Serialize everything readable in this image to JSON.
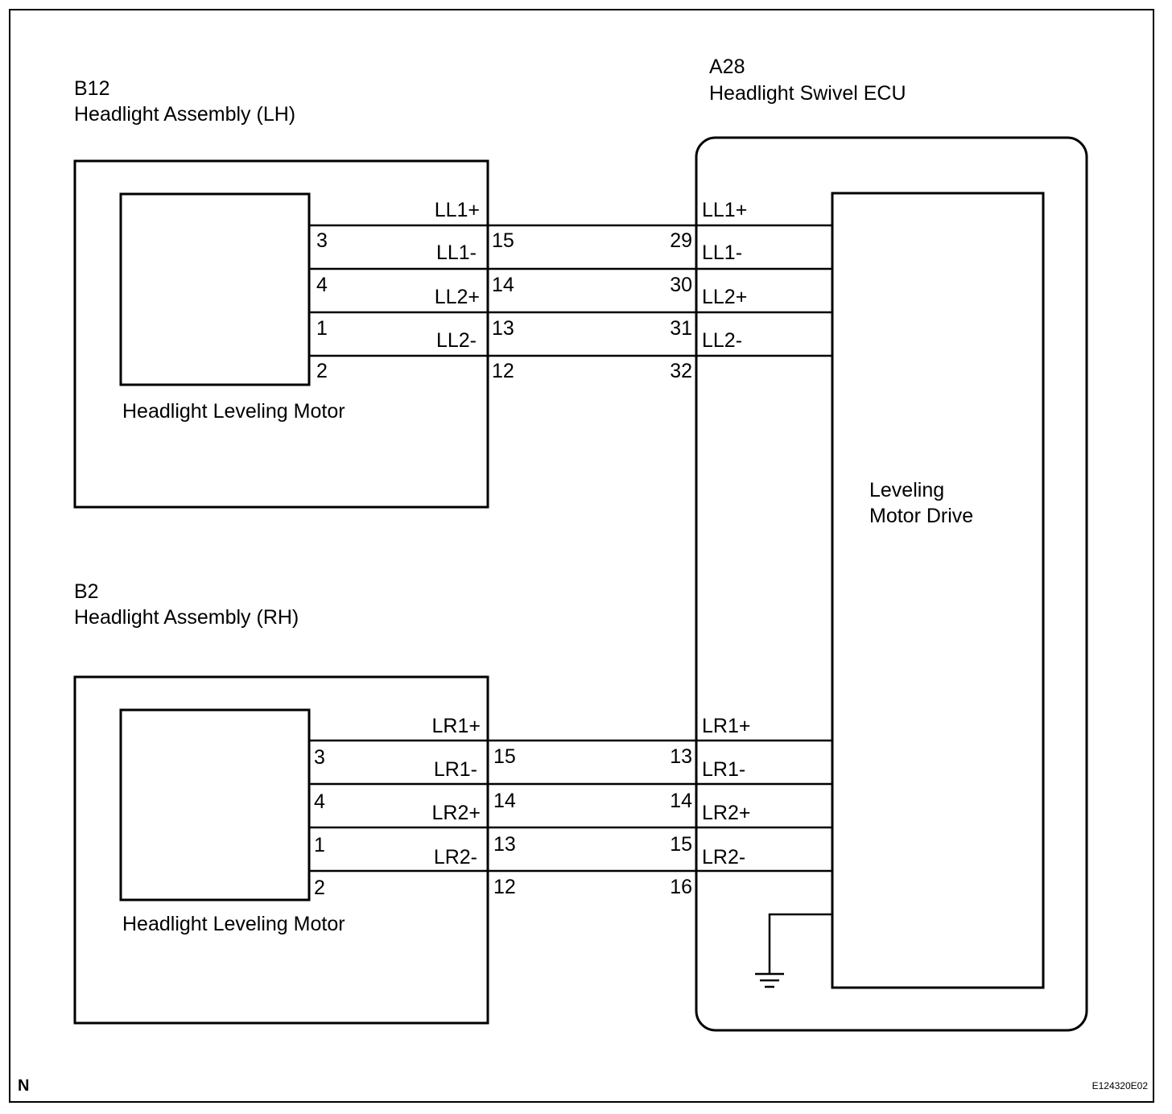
{
  "frame": {
    "corner_letter": "N",
    "figure_code": "E124320E02"
  },
  "lh_assembly": {
    "code": "B12",
    "title": "Headlight Assembly (LH)",
    "motor_label": "Headlight Leveling Motor",
    "wires": [
      {
        "signal": "LL1+",
        "motor_pin": "3",
        "connector_pin": "15",
        "ecu_pin": "29"
      },
      {
        "signal": "LL1-",
        "motor_pin": "4",
        "connector_pin": "14",
        "ecu_pin": "30"
      },
      {
        "signal": "LL2+",
        "motor_pin": "1",
        "connector_pin": "13",
        "ecu_pin": "31"
      },
      {
        "signal": "LL2-",
        "motor_pin": "2",
        "connector_pin": "12",
        "ecu_pin": "32"
      }
    ]
  },
  "rh_assembly": {
    "code": "B2",
    "title": "Headlight Assembly (RH)",
    "motor_label": "Headlight Leveling Motor",
    "wires": [
      {
        "signal": "LR1+",
        "motor_pin": "3",
        "connector_pin": "15",
        "ecu_pin": "13"
      },
      {
        "signal": "LR1-",
        "motor_pin": "4",
        "connector_pin": "14",
        "ecu_pin": "14"
      },
      {
        "signal": "LR2+",
        "motor_pin": "1",
        "connector_pin": "13",
        "ecu_pin": "15"
      },
      {
        "signal": "LR2-",
        "motor_pin": "2",
        "connector_pin": "12",
        "ecu_pin": "16"
      }
    ]
  },
  "ecu": {
    "code": "A28",
    "title": "Headlight Swivel ECU",
    "inner_label_line1": "Leveling",
    "inner_label_line2": "Motor Drive"
  }
}
